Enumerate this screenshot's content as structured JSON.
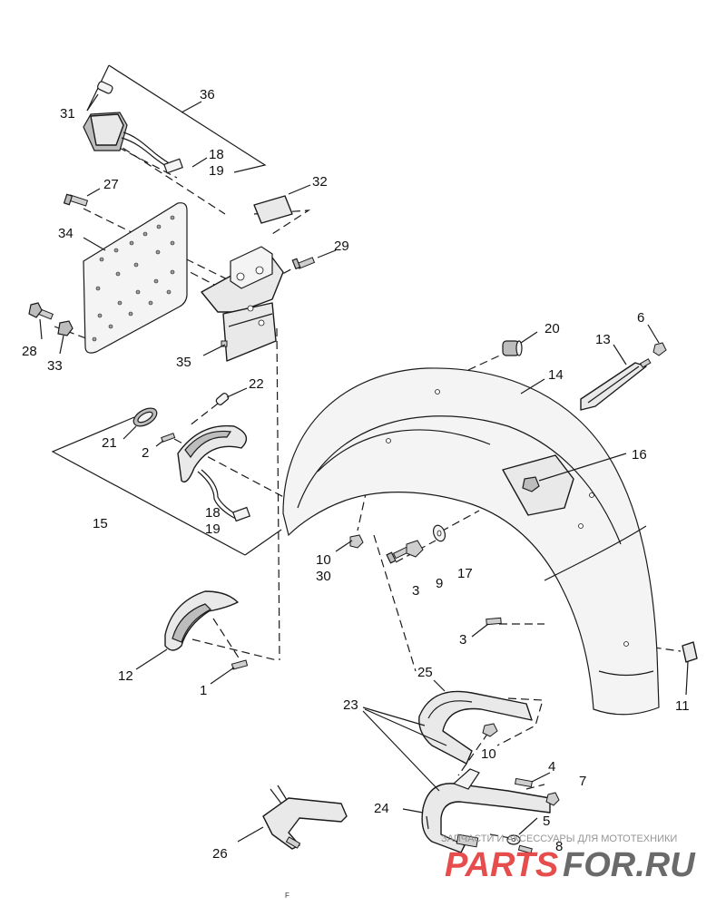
{
  "diagram": {
    "callouts": [
      "36",
      "31",
      "18",
      "19",
      "27",
      "32",
      "34",
      "29",
      "28",
      "33",
      "35",
      "20",
      "6",
      "13",
      "14",
      "22",
      "21",
      "2",
      "16",
      "15",
      "18",
      "19",
      "10",
      "30",
      "3",
      "9",
      "17",
      "3",
      "12",
      "1",
      "25",
      "23",
      "10",
      "11",
      "4",
      "7",
      "24",
      "5",
      "8",
      "26"
    ]
  },
  "footer": {
    "mark": "F"
  },
  "watermark": {
    "subtitle": "ЗАПЧАСТИ И АКСЕССУАРЫ ДЛЯ МОТОТЕХНИКИ",
    "brand_a": "PARTS",
    "brand_b": "FOR.RU"
  }
}
